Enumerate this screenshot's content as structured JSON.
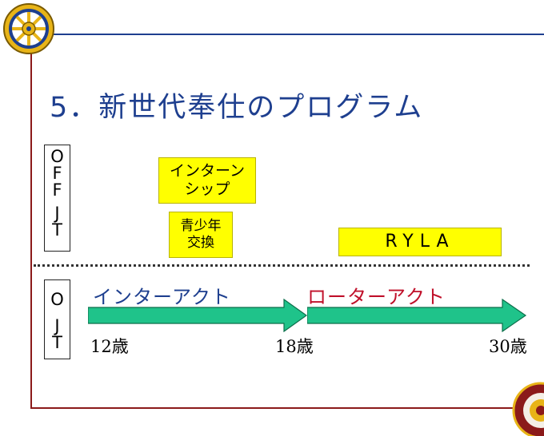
{
  "title": "5．新世代奉仕のプログラム",
  "off_jt_label": [
    "O",
    "F",
    "F",
    "J",
    "T"
  ],
  "ojt_label": [
    "O",
    "J",
    "T"
  ],
  "programs_offjt": [
    {
      "lines": [
        "インターン",
        "シップ"
      ]
    },
    {
      "lines": [
        "青少年",
        "交換"
      ]
    },
    {
      "lines": [
        "RYLA"
      ]
    }
  ],
  "arrows": [
    {
      "label": "インターアクト",
      "from": "12歳",
      "to": "18歳"
    },
    {
      "label": "ローターアクト",
      "from": "18歳",
      "to": "30歳"
    }
  ],
  "ages": [
    "12歳",
    "18歳",
    "30歳"
  ],
  "colors": {
    "accent_blue": "#1e3f8f",
    "accent_red": "#8b1a1a",
    "highlight": "#ffff00",
    "arrow": "#1fc38a"
  },
  "icons": [
    "rotary-wheel-icon",
    "rotary-emblem-icon"
  ]
}
